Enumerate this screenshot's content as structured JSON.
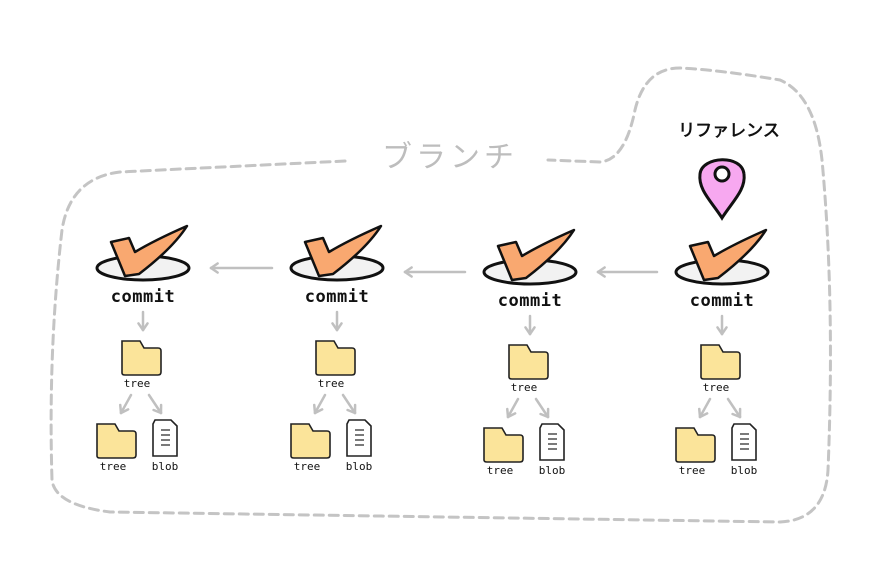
{
  "branch": {
    "label": "ブランチ"
  },
  "reference": {
    "label": "リファレンス",
    "color": "#f7a8f0"
  },
  "colors": {
    "check": "#f9a870",
    "folder": "#fbe49a",
    "arrow": "#c0c0c0",
    "border": "#c4c4c4"
  },
  "columns": [
    {
      "commit": "commit",
      "tree": "tree",
      "child_tree": "tree",
      "blob": "blob"
    },
    {
      "commit": "commit",
      "tree": "tree",
      "child_tree": "tree",
      "blob": "blob"
    },
    {
      "commit": "commit",
      "tree": "tree",
      "child_tree": "tree",
      "blob": "blob"
    },
    {
      "commit": "commit",
      "tree": "tree",
      "child_tree": "tree",
      "blob": "blob"
    }
  ]
}
